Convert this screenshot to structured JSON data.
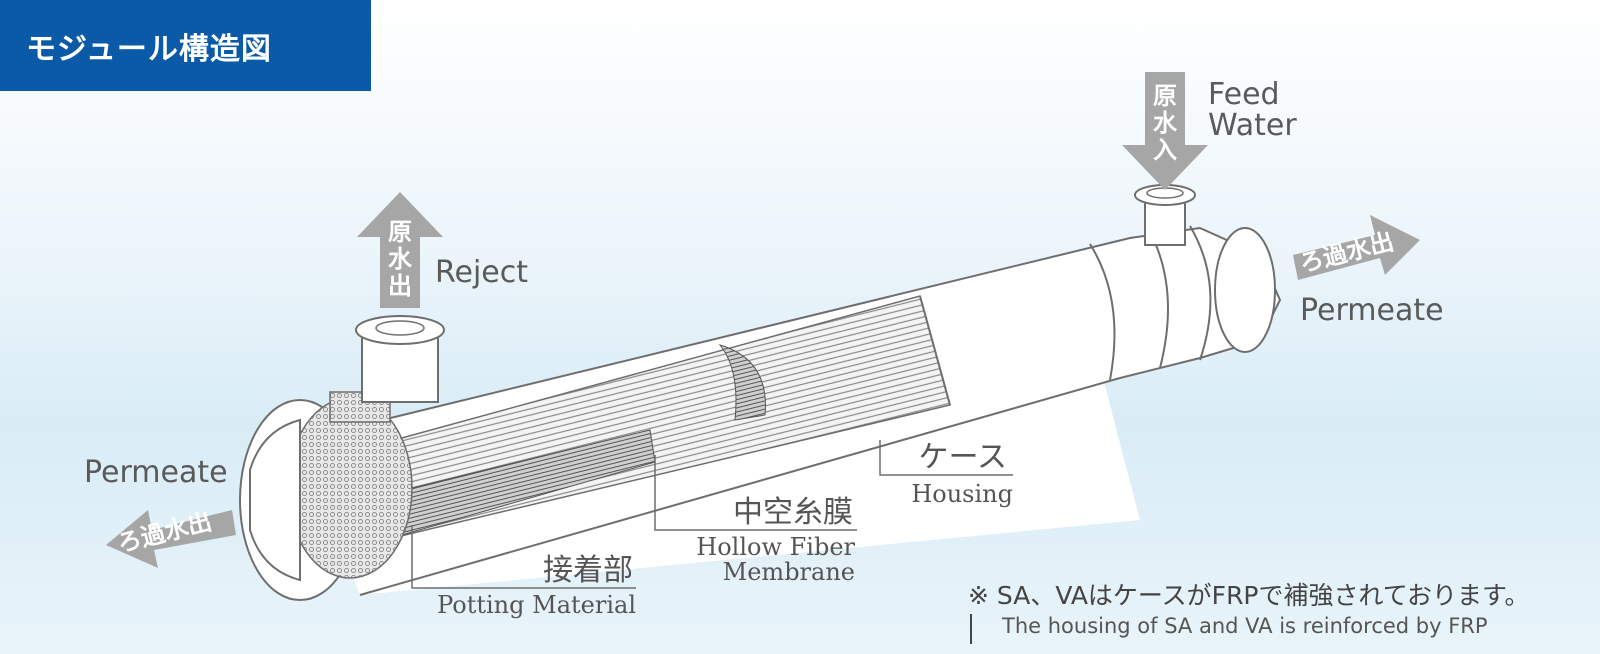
{
  "title": "モジュール構造図",
  "labels": {
    "feed_jp": "原水入",
    "feed_en_1": "Feed",
    "feed_en_2": "Water",
    "reject_jp": "原水出",
    "reject_en": "Reject",
    "permeate_right_jp": "ろ過水出",
    "permeate_right_en": "Permeate",
    "permeate_left_jp": "ろ過水出",
    "permeate_left_en": "Permeate",
    "housing_jp": "ケース",
    "housing_en": "Housing",
    "membrane_jp": "中空糸膜",
    "membrane_en_1": "Hollow Fiber",
    "membrane_en_2": "Membrane",
    "potting_jp": "接着部",
    "potting_en": "Potting Material"
  },
  "note": {
    "jp": "※ SA、VAはケースがFRPで補強されております。",
    "en": "The housing of SA and VA is reinforced by FRP"
  },
  "colors": {
    "title_bg": "#0a5aa8",
    "arrow": "#a6a6a6",
    "outline": "#6e6e6e"
  }
}
